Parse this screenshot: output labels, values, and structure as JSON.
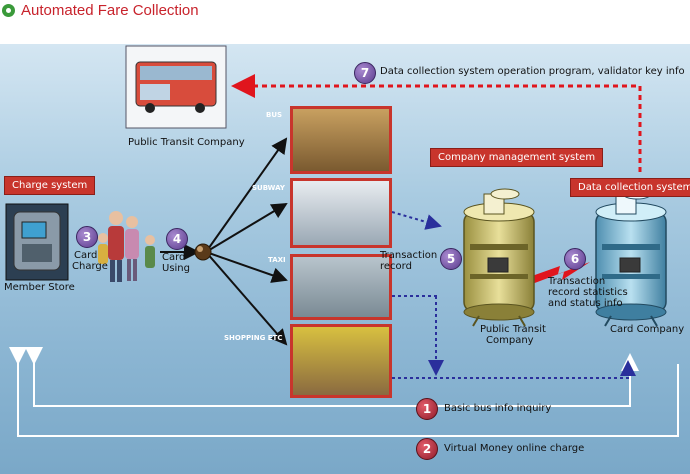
{
  "header": {
    "title": "Automated Fare Collection"
  },
  "diagram": {
    "step7": {
      "num": "7",
      "label": "Data collection system operation program, validator key info"
    },
    "public_transit_company": "Public Transit Company",
    "company_management_system": "Company management system",
    "data_collection_system": "Data collection system",
    "charge_system": "Charge system",
    "member_store": "Member Store",
    "step3": {
      "num": "3",
      "label_line1": "Card",
      "label_line2": "Charge"
    },
    "step4": {
      "num": "4",
      "label_line1": "Card",
      "label_line2": "Using"
    },
    "modes": {
      "bus": "BUS",
      "subway": "SUBWAY",
      "taxi": "TAXI",
      "shopping": "SHOPPING ETC"
    },
    "transaction_record": {
      "line1": "Transaction",
      "line2": "record"
    },
    "step5": {
      "num": "5"
    },
    "step6": {
      "num": "6",
      "line1": "Transaction",
      "line2": "record statistics",
      "line3": "and status info"
    },
    "server_public": {
      "line1": "Public Transit",
      "line2": "Company"
    },
    "server_card": "Card Company",
    "step1": {
      "num": "1",
      "label": "Basic bus info inquiry"
    },
    "step2": {
      "num": "2",
      "label": "Virtual Money online charge"
    }
  }
}
